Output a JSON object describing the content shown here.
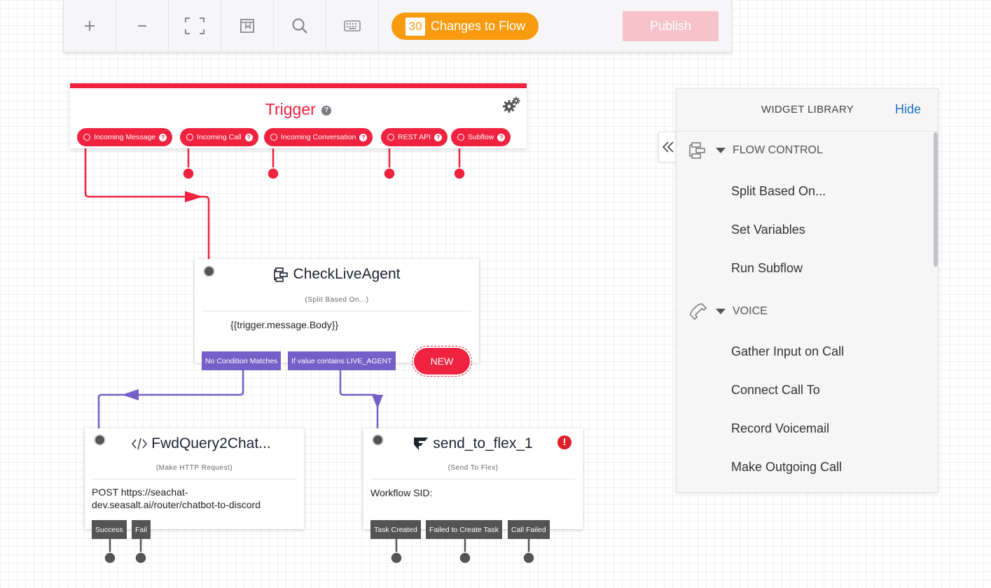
{
  "toolbar": {
    "zoom_in_icon": "plus-icon",
    "zoom_out_icon": "minus-icon",
    "fit_icon": "fullscreen-icon",
    "bookmark_icon": "bookmark-icon",
    "search_icon": "search-icon",
    "keyboard_icon": "keyboard-icon",
    "changes_count": "30",
    "changes_label": "Changes to Flow",
    "publish_label": "Publish"
  },
  "trigger": {
    "title": "Trigger",
    "help": "?",
    "pills": [
      {
        "label": "Incoming Message"
      },
      {
        "label": "Incoming Call"
      },
      {
        "label": "Incoming Conversation"
      },
      {
        "label": "REST API"
      },
      {
        "label": "Subflow"
      }
    ]
  },
  "check_live_agent": {
    "title": "CheckLiveAgent",
    "subtitle": "(Split Based On...)",
    "body": "{{trigger.message.Body}}",
    "transitions": [
      "No Condition Matches",
      "If value contains LIVE_AGENT"
    ],
    "new_label": "NEW"
  },
  "fwd_query": {
    "title": "FwdQuery2Chat...",
    "subtitle": "(Make HTTP Request)",
    "body_line1": "POST https://seachat-",
    "body_line2": "dev.seasalt.ai/router/chatbot-to-discord",
    "transitions": [
      "Success",
      "Fail"
    ]
  },
  "send_to_flex": {
    "title": "send_to_flex_1",
    "subtitle": "(Send To Flex)",
    "body": "Workflow SID:",
    "warning": "!",
    "transitions": [
      "Task Created",
      "Failed to Create Task",
      "Call Failed"
    ]
  },
  "library": {
    "title": "WIDGET LIBRARY",
    "hide_label": "Hide",
    "sections": [
      {
        "name": "FLOW CONTROL",
        "icon": "flow-control-icon",
        "items": [
          "Split Based On...",
          "Set Variables",
          "Run Subflow"
        ]
      },
      {
        "name": "VOICE",
        "icon": "phone-icon",
        "items": [
          "Gather Input on Call",
          "Connect Call To",
          "Record Voicemail",
          "Make Outgoing Call"
        ]
      }
    ]
  },
  "colors": {
    "trigger_red": "#ef223f",
    "transition_purple": "#7460c8",
    "changes_orange": "#f89b0f",
    "publish_disabled": "#f7c2ca",
    "link_blue": "#1f6fc4"
  }
}
